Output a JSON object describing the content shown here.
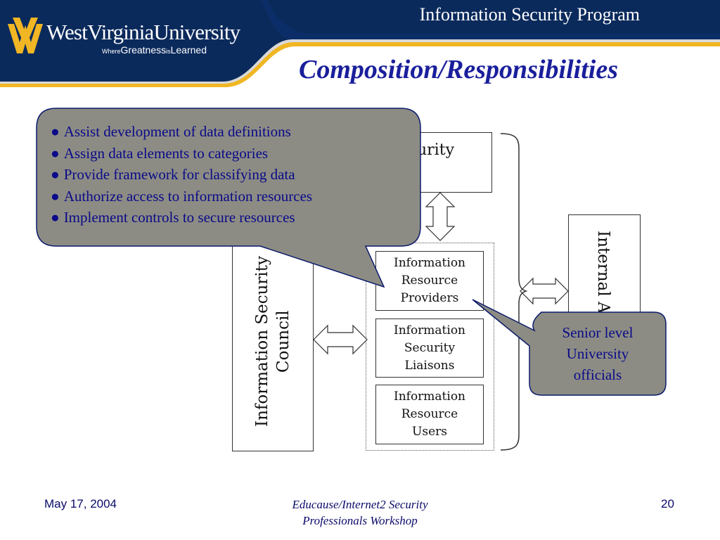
{
  "header": {
    "university_name": "WestVirginiaUniversity",
    "tagline_where": "Where",
    "tagline_greatness": "Greatness",
    "tagline_is": "is",
    "tagline_learned": "Learned",
    "program_title": "Information Security Program",
    "slide_title": "Composition/Responsibilities"
  },
  "diagram": {
    "top_box_visible_text": "urity",
    "council_box": "Information Security\nCouncil",
    "internal_box_visible_text": "Internal A",
    "stack": [
      "Information\nResource\nProviders",
      "Information\nSecurity\nLiaisons",
      "Information\nResource\nUsers"
    ]
  },
  "callout_responsibilities": {
    "bullet": "●",
    "items": [
      "Assist development of data definitions",
      "Assign data elements to categories",
      "Provide framework for classifying data",
      "Authorize access to information resources",
      "Implement controls to secure resources"
    ]
  },
  "callout_officials": {
    "text": "Senior level\nUniversity\nofficials"
  },
  "footer": {
    "date": "May 17, 2004",
    "event_line1": "Educause/Internet2 Security",
    "event_line2": "Professionals Workshop",
    "page_number": "20"
  },
  "colors": {
    "header_navy": "#0b2a5c",
    "gold": "#f0b623",
    "title_blue": "#1a1f9c",
    "callout_fill": "#8c8c84",
    "callout_text": "#0a0a8a"
  }
}
